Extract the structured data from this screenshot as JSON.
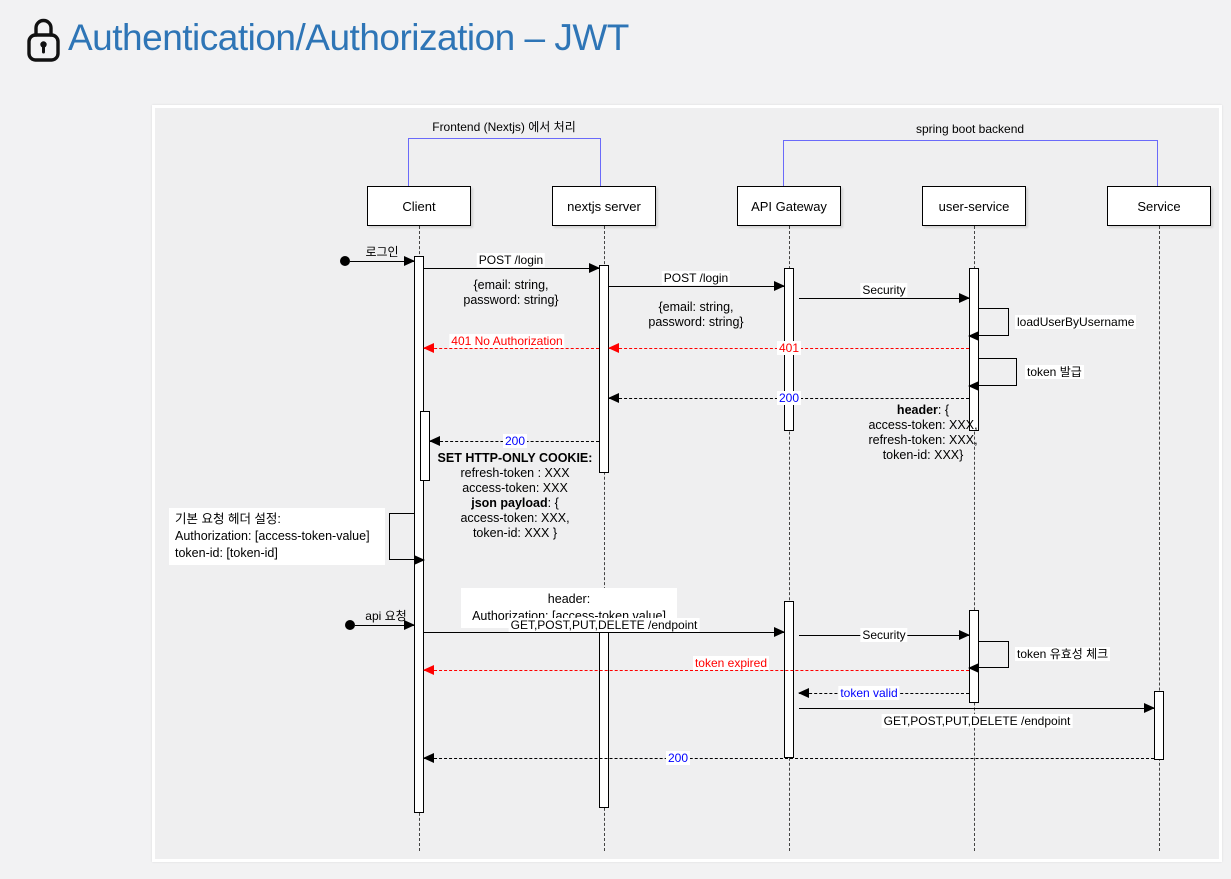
{
  "title": {
    "text": "Authentication/Authorization – JWT"
  },
  "groups": {
    "frontend": "Frontend (Nextjs) 에서 처리",
    "backend": "spring boot backend"
  },
  "actors": {
    "client": "Client",
    "nextjs": "nextjs server",
    "gateway": "API Gateway",
    "user_service": "user-service",
    "service": "Service"
  },
  "messages": {
    "login": "로그인",
    "post_login": "POST /login",
    "login_body": "{email: string,\npassword: string}",
    "security": "Security",
    "load_user": "loadUserByUsername",
    "code_401": "401",
    "no_auth_401": "401 No Authorization",
    "token_issue": "token 발급",
    "code_200": "200",
    "api_request": "api 요청",
    "get_endpoint": "GET,POST,PUT,DELETE /endpoint",
    "token_check": "token 유효성 체크",
    "token_expired": "token expired",
    "token_valid": "token valid"
  },
  "blocks": {
    "header_bold": "header",
    "header_rest": ": {",
    "header_body": "access-token: XXX,\nrefresh-token: XXX,\ntoken-id: XXX}",
    "cookie_title": "SET HTTP-ONLY COOKIE:",
    "cookie_body": "refresh-token : XXX\naccess-token: XXX",
    "payload_bold": "json payload",
    "payload_rest": ": {",
    "payload_body": "access-token: XXX,\ntoken-id: XXX }",
    "default_header_note": "기본 요청 헤더 설정:\nAuthorization:  [access-token-value]\ntoken-id: [token-id]",
    "request_header_note": "header:\nAuthorization: [access-token value]"
  },
  "colors": {
    "title_blue": "#2e75b6",
    "bracket_blue": "#6a6afa",
    "error_red": "#ff0000",
    "status_blue": "#0000ff",
    "panel_bg": "#efeff0"
  }
}
